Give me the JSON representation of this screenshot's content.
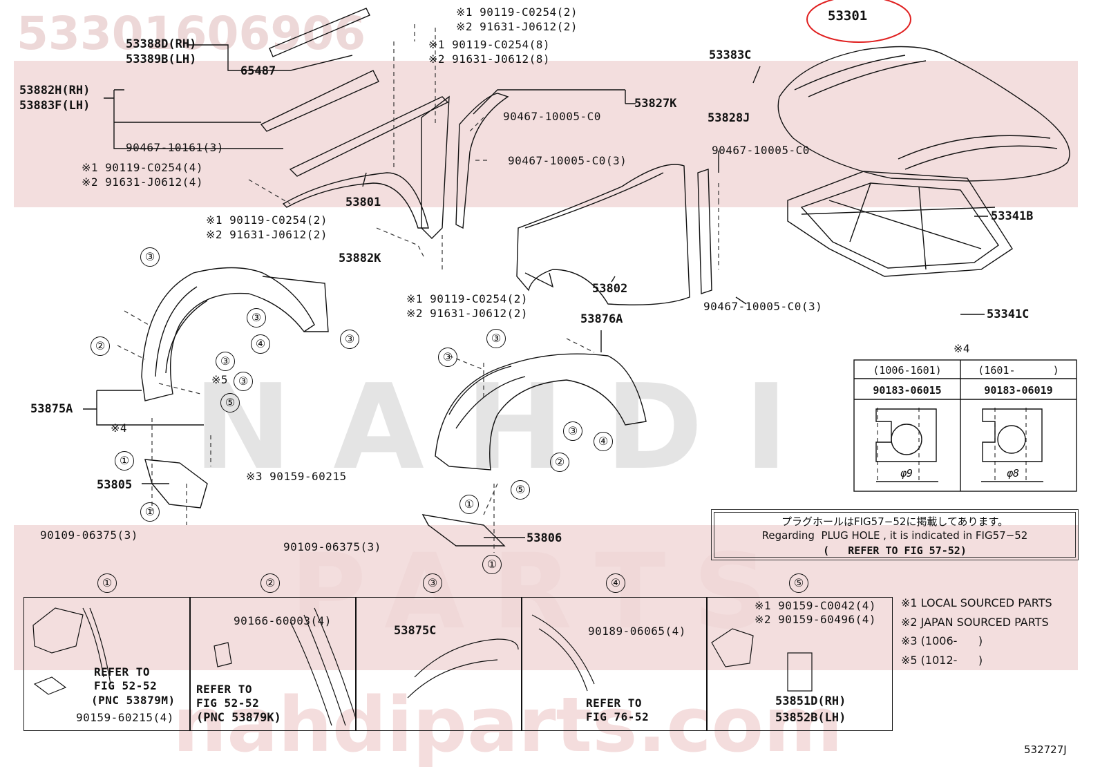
{
  "watermarks": {
    "part_number": "53301606906",
    "brand_latin": "NAHDI",
    "brand_site": "nahdiparts.com",
    "brand_parts": "PARTS"
  },
  "labels": {
    "hood": "53301",
    "seal_rh": "53388D(RH)",
    "seal_lh": "53389B(LH)",
    "clip_65487": "65487",
    "extension_rh": "53882H(RH)",
    "extension_lh": "53883F(LH)",
    "clip_10161": "90467-10161(3)",
    "bolt_top_1": "※1 90119-C0254(2)",
    "bolt_top_2": "※2 91631-J0612(2)",
    "bolt_mid_1": "※1 90119-C0254(8)",
    "bolt_mid_2": "※2 91631-J0612(8)",
    "bolt_left_1": "※1 90119-C0254(4)",
    "bolt_left_2": "※2 91631-J0612(4)",
    "liner_53801": "53801",
    "seal_53827k": "53827K",
    "clip_c0_a": "90467-10005-C0",
    "clip_c0_b": "90467-10005-C0(3)",
    "bolt_center_1": "※1 90119-C0254(2)",
    "bolt_center_2": "※2 91631-J0612(2)",
    "spacer_53882k": "53882K",
    "bolt_lower_1": "※1 90119-C0254(2)",
    "bolt_lower_2": "※2 91631-J0612(2)",
    "fender": "53802",
    "seal_53383c": "53383C",
    "seal_53828j": "53828J",
    "clip_c0_c": "90467-10005-C0",
    "clip_c0_d": "90467-10005-C0(3)",
    "insulator": "53341B",
    "insulator_clip": "53341C",
    "liner_53876a": "53876A",
    "liner_53875a": "53875A",
    "note_4": "※4",
    "note_5": "※5",
    "bracket_53805": "53805",
    "screw_3": "※3 90159-60215",
    "bolt_06375_left": "90109-06375(3)",
    "bolt_06375_mid": "90109-06375(3)",
    "bracket_53806": "53806"
  },
  "circled": [
    "①",
    "②",
    "③",
    "④",
    "⑤"
  ],
  "spec_table": {
    "title": "※4",
    "col1_range": "(1006-1601)",
    "col2_range": "(1601-      )",
    "col1_part": "90183-06015",
    "col2_part": "90183-06019",
    "col1_dia": "φ9",
    "col2_dia": "φ8"
  },
  "note_box": {
    "line1": "プラグホールはFIG57−52に掲載してあります。",
    "line2": "Regarding  PLUG HOLE , it is indicated in FIG57−52",
    "line3": "(   REFER TO FIG 57-52)"
  },
  "detail_panels": {
    "p1": {
      "refer": "REFER TO",
      "fig": "FIG 52-52",
      "pnc": "(PNC 53879M)",
      "part": "90159-60215(4)"
    },
    "p2": {
      "part": "90166-60003(4)",
      "refer": "REFER TO",
      "fig": "FIG 52-52",
      "pnc": "(PNC 53879K)"
    },
    "p3": {
      "part": "53875C"
    },
    "p4": {
      "part": "90189-06065(4)",
      "refer": "REFER TO",
      "fig": "FIG 76-52"
    },
    "p5": {
      "part1": "※1 90159-C0042(4)",
      "part2": "※2 90159-60496(4)",
      "rh": "53851D(RH)",
      "lh": "53852B(LH)"
    }
  },
  "legend": {
    "l1": "※1 LOCAL SOURCED PARTS",
    "l2": "※2 JAPAN SOURCED PARTS",
    "l3": "※3 (1006-      )",
    "l5": "※5 (1012-      )"
  },
  "figure_code": "532727J",
  "highlight_color": "#e02020"
}
